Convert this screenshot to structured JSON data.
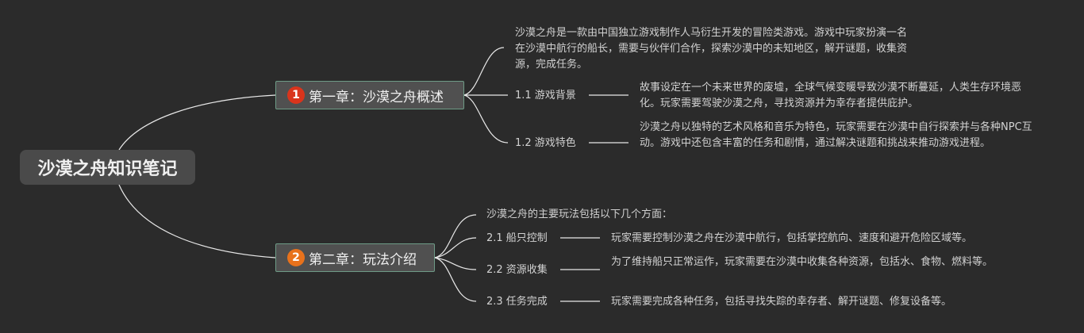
{
  "mindmap": {
    "root": "沙漠之舟知识笔记",
    "chapters": [
      {
        "number": "1",
        "badge_color": "#d9341c",
        "title": "第一章：沙漠之舟概述",
        "intro": "沙漠之舟是一款由中国独立游戏制作人马衍生开发的冒险类游戏。游戏中玩家扮演一名在沙漠中航行的船长，需要与伙伴们合作，探索沙漠中的未知地区，解开谜题，收集资源，完成任务。",
        "items": [
          {
            "label": "1.1 游戏背景",
            "text": "故事设定在一个未来世界的废墟，全球气候变暖导致沙漠不断蔓延，人类生存环境恶化。玩家需要驾驶沙漠之舟，寻找资源并为幸存者提供庇护。"
          },
          {
            "label": "1.2 游戏特色",
            "text": "沙漠之舟以独特的艺术风格和音乐为特色，玩家需要在沙漠中自行探索并与各种NPC互动。游戏中还包含丰富的任务和剧情，通过解决谜题和挑战来推动游戏进程。"
          }
        ]
      },
      {
        "number": "2",
        "badge_color": "#e8721c",
        "title": "第二章：玩法介绍",
        "intro": "沙漠之舟的主要玩法包括以下几个方面：",
        "items": [
          {
            "label": "2.1 船只控制",
            "text": "玩家需要控制沙漠之舟在沙漠中航行，包括掌控航向、速度和避开危险区域等。"
          },
          {
            "label": "2.2 资源收集",
            "text": "为了维持船只正常运作，玩家需要在沙漠中收集各种资源，包括水、食物、燃料等。"
          },
          {
            "label": "2.3 任务完成",
            "text": "玩家需要完成各种任务，包括寻找失踪的幸存者、解开谜题、修复设备等。"
          }
        ]
      }
    ]
  },
  "colors": {
    "background": "#2b2b2b",
    "line": "#e8e8e8",
    "chapter_border": "#6e9b86"
  }
}
